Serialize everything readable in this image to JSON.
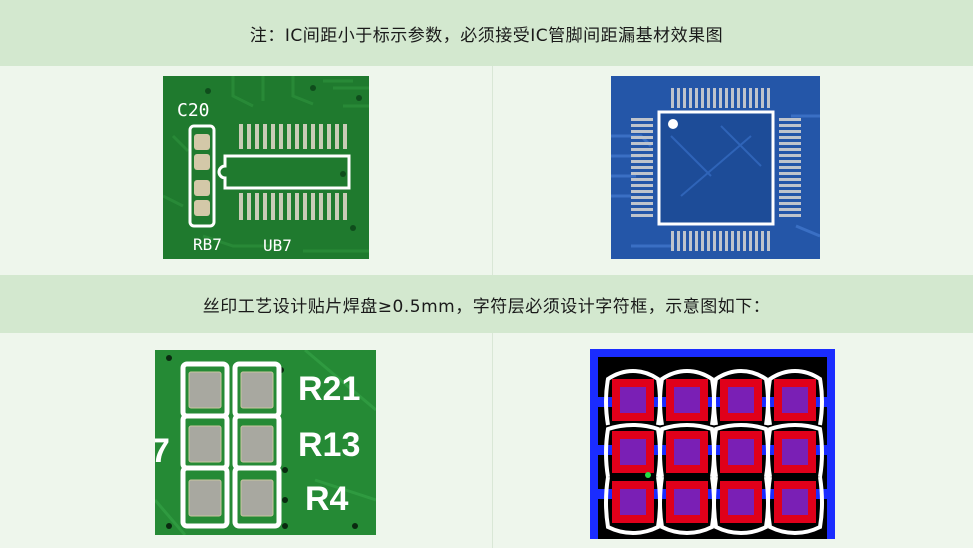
{
  "section1": {
    "title": "注：IC间距小于标示参数，必须接受IC管脚间距漏基材效果图",
    "left_image": {
      "labels": {
        "c": "C20",
        "rb": "RB7",
        "ub": "UB7"
      }
    },
    "right_image": {}
  },
  "section2": {
    "title": "丝印工艺设计贴片焊盘≥0.5mm，字符层必须设计字符框，示意图如下：",
    "left_image": {
      "labels": {
        "r1": "R21",
        "r2": "R13",
        "r3": "R4",
        "edge": "7"
      }
    },
    "right_image": {}
  },
  "colors": {
    "band": "#d3e8cf",
    "background": "#eef6ec",
    "pcb_green": "#1f7a2e",
    "pcb_blue": "#2456a8",
    "silk_white": "#ffffff",
    "pad_red": "#e0001a",
    "pad_purple": "#7a1fb5"
  }
}
